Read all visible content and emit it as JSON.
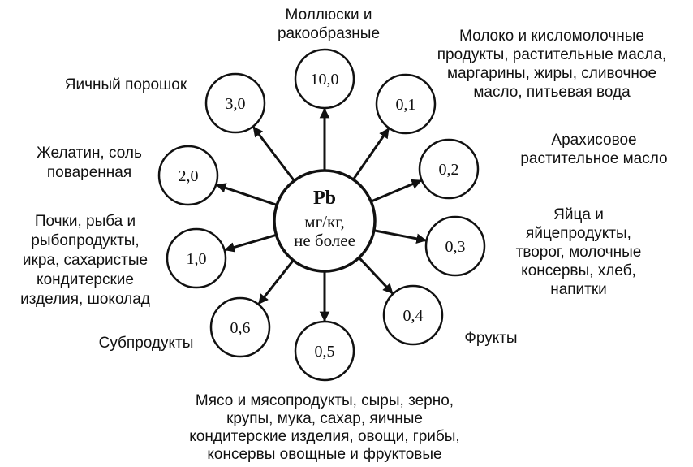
{
  "center": {
    "element": "Pb",
    "unit": "мг/кг,",
    "qualifier": "не более"
  },
  "nodes": [
    {
      "id": "shellfish",
      "value": "10,0",
      "label": [
        "Моллюски и",
        "ракообразные"
      ]
    },
    {
      "id": "dairy",
      "value": "0,1",
      "label": [
        "Молоко и кисломолочные",
        "продукты, растительные масла,",
        "маргарины, жиры, сливочное",
        "масло, питьевая вода"
      ]
    },
    {
      "id": "peanut-oil",
      "value": "0,2",
      "label": [
        "Арахисовое",
        "растительное масло"
      ]
    },
    {
      "id": "eggs",
      "value": "0,3",
      "label": [
        "Яйца и",
        "яйцепродукты,",
        "творог, молочные",
        "консервы, хлеб,",
        "напитки"
      ]
    },
    {
      "id": "fruits",
      "value": "0,4",
      "label": [
        "Фрукты"
      ]
    },
    {
      "id": "meat",
      "value": "0,5",
      "label": [
        "Мясо и мясопродукты, сыры, зерно,",
        "крупы, мука, сахар, яичные",
        "кондитерские изделия, овощи, грибы,",
        "консервы овощные и фруктовые"
      ]
    },
    {
      "id": "offal",
      "value": "0,6",
      "label": [
        "Субпродукты"
      ]
    },
    {
      "id": "kidneys-fish",
      "value": "1,0",
      "label": [
        "Почки, рыба и",
        "рыбопродукты,",
        "икра, сахаристые",
        "кондитерские",
        "изделия, шоколад"
      ]
    },
    {
      "id": "gelatin-salt",
      "value": "2,0",
      "label": [
        "Желатин, соль",
        "поваренная"
      ]
    },
    {
      "id": "egg-powder",
      "value": "3,0",
      "label": [
        "Яичный порошок"
      ]
    }
  ]
}
